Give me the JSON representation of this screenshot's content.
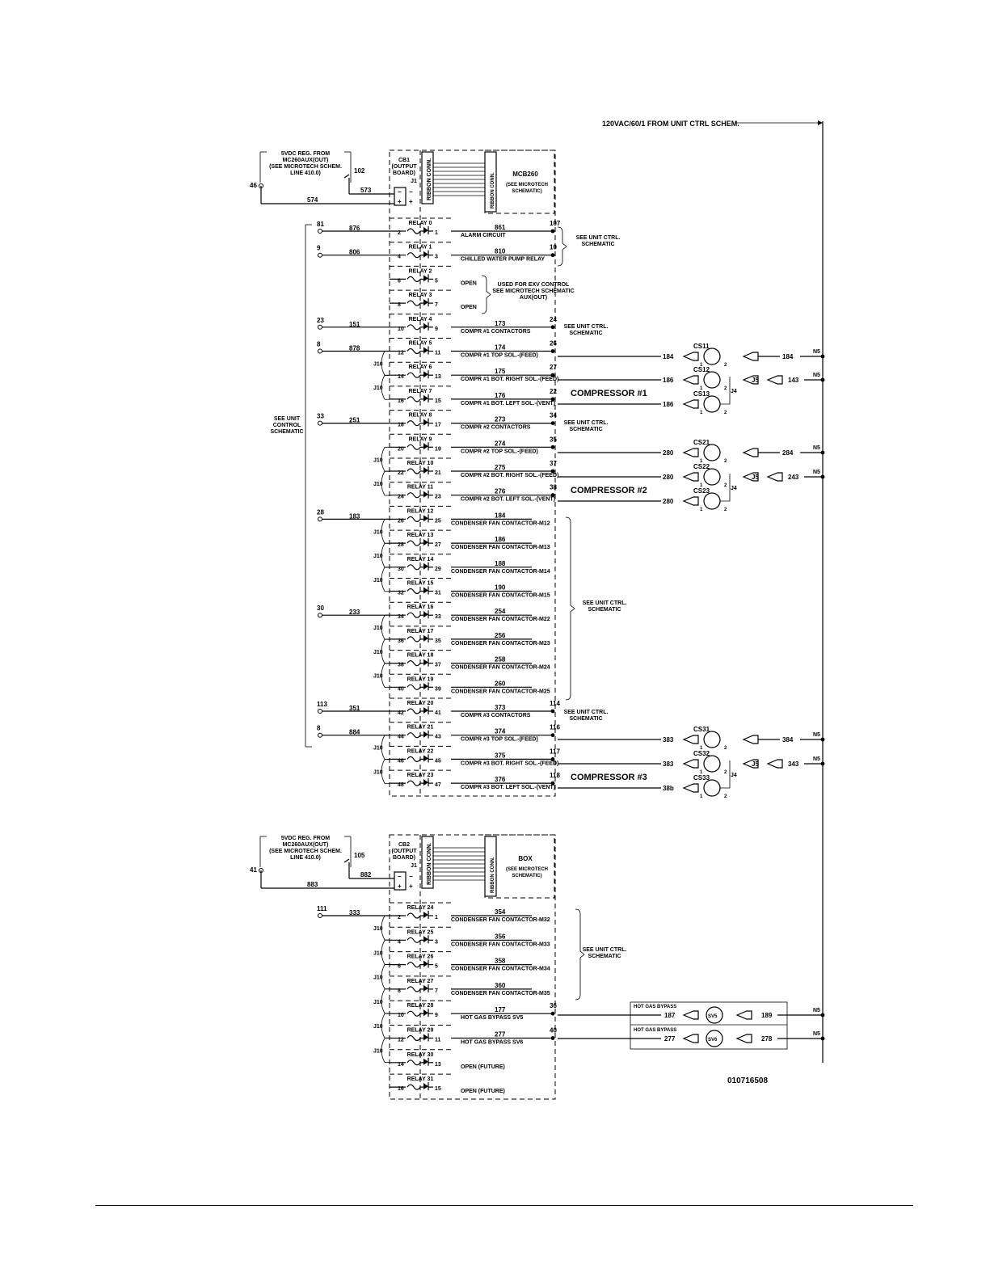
{
  "supply": {
    "label": "120VAC/60/1 FROM UNIT CTRL SCHEM."
  },
  "board1": {
    "name_lines": [
      "CB1",
      "(OUTPUT",
      "BOARD)"
    ],
    "jack": "J1",
    "ribbon_label": "RIBBON CONN.",
    "controller": "MCB260",
    "controller_note": [
      "(SEE MICROTECH",
      "SCHEMATIC)"
    ],
    "ribbon_label_2": "RIBBON CONN.",
    "supply_note": [
      "5VDC REG. FROM",
      "MC260AUX(OUT)",
      "(SEE MICROTECH SCHEM.",
      "LINE 410.0)"
    ],
    "term_left": "46",
    "term_mid": "102",
    "wire_top": "573",
    "wire_bottom": "574",
    "minus": "−",
    "plus": "+"
  },
  "board2": {
    "name_lines": [
      "CB2",
      "(OUTPUT",
      "BOARD)"
    ],
    "jack": "J1",
    "ribbon_label": "RIBBON CONN.",
    "controller": "BOX",
    "controller_note": [
      "(SEE MICROTECH",
      "SCHEMATIC)"
    ],
    "ribbon_label_2": "RIBBON CONN.",
    "supply_note": [
      "5VDC REG. FROM",
      "MC260AUX(OUT)",
      "(SEE MICROTECH SCHEM.",
      "LINE 410.0)"
    ],
    "term_left": "41",
    "term_mid": "105",
    "wire_top": "882",
    "wire_bottom": "883",
    "minus": "−",
    "plus": "+"
  },
  "bracket_left": [
    "SEE UNIT",
    "CONTROL",
    "SCHEMATIC"
  ],
  "relays1": [
    {
      "name": "RELAY 0",
      "pins": [
        "2",
        "1"
      ],
      "term": "81",
      "wire": "876",
      "desc": "ALARM CIRCUIT",
      "rwire": "861",
      "rterm": "107"
    },
    {
      "name": "RELAY 1",
      "pins": [
        "4",
        "3"
      ],
      "term": "9",
      "wire": "806",
      "desc": "CHILLED WATER PUMP RELAY",
      "rwire": "810",
      "rterm": "10"
    },
    {
      "name": "RELAY 2",
      "pins": [
        "6",
        "5"
      ],
      "desc": "OPEN"
    },
    {
      "name": "RELAY 3",
      "pins": [
        "8",
        "7"
      ],
      "desc": "OPEN"
    },
    {
      "name": "RELAY 4",
      "pins": [
        "10",
        "9"
      ],
      "term": "23",
      "wire": "151",
      "desc": "COMPR #1 CONTACTORS",
      "rwire": "173",
      "rterm": "24"
    },
    {
      "name": "RELAY 5",
      "pins": [
        "12",
        "11"
      ],
      "term": "8",
      "wire": "878",
      "desc": "COMPR #1 TOP SOL.-(FEED)",
      "rwire": "174",
      "rterm": "26"
    },
    {
      "name": "RELAY 6",
      "pins": [
        "14",
        "13"
      ],
      "desc": "COMPR #1 BOT. RIGHT SOL.-(FEED)",
      "rwire": "175",
      "rterm": "27"
    },
    {
      "name": "RELAY 7",
      "pins": [
        "16",
        "15"
      ],
      "desc": "COMPR #1 BOT. LEFT SOL.-(VENT)",
      "rwire": "176",
      "rterm": "22"
    },
    {
      "name": "RELAY 8",
      "pins": [
        "18",
        "17"
      ],
      "term": "33",
      "wire": "251",
      "desc": "COMPR #2 CONTACTORS",
      "rwire": "273",
      "rterm": "34"
    },
    {
      "name": "RELAY 9",
      "pins": [
        "20",
        "19"
      ],
      "desc": "COMPR #2 TOP SOL.-(FEED)",
      "rwire": "274",
      "rterm": "35"
    },
    {
      "name": "RELAY 10",
      "pins": [
        "22",
        "21"
      ],
      "desc": "COMPR #2 BOT. RIGHT SOL.-(FEED)",
      "rwire": "275",
      "rterm": "37"
    },
    {
      "name": "RELAY 11",
      "pins": [
        "24",
        "23"
      ],
      "desc": "COMPR #2 BOT. LEFT SOL.-(VENT)",
      "rwire": "276",
      "rterm": "38"
    },
    {
      "name": "RELAY 12",
      "pins": [
        "26",
        "25"
      ],
      "term": "28",
      "wire": "183",
      "desc": "CONDENSER FAN CONTACTOR-M12",
      "rwire": "184"
    },
    {
      "name": "RELAY 13",
      "pins": [
        "28",
        "27"
      ],
      "desc": "CONDENSER FAN CONTACTOR-M13",
      "rwire": "186"
    },
    {
      "name": "RELAY 14",
      "pins": [
        "30",
        "29"
      ],
      "desc": "CONDENSER FAN CONTACTOR-M14",
      "rwire": "188"
    },
    {
      "name": "RELAY 15",
      "pins": [
        "32",
        "31"
      ],
      "desc": "CONDENSER FAN CONTACTOR-M15",
      "rwire": "190"
    },
    {
      "name": "RELAY 16",
      "pins": [
        "34",
        "33"
      ],
      "term": "30",
      "wire": "233",
      "desc": "CONDENSER FAN CONTACTOR-M22",
      "rwire": "254"
    },
    {
      "name": "RELAY 17",
      "pins": [
        "36",
        "35"
      ],
      "desc": "CONDENSER FAN CONTACTOR-M23",
      "rwire": "256"
    },
    {
      "name": "RELAY 18",
      "pins": [
        "38",
        "37"
      ],
      "desc": "CONDENSER FAN CONTACTOR-M24",
      "rwire": "258"
    },
    {
      "name": "RELAY 19",
      "pins": [
        "40",
        "39"
      ],
      "desc": "CONDENSER FAN CONTACTOR-M25",
      "rwire": "260"
    },
    {
      "name": "RELAY 20",
      "pins": [
        "42",
        "41"
      ],
      "term": "113",
      "wire": "351",
      "desc": "COMPR #3 CONTACTORS",
      "rwire": "373",
      "rterm": "114"
    },
    {
      "name": "RELAY 21",
      "pins": [
        "44",
        "43"
      ],
      "term": "8",
      "wire": "884",
      "desc": "COMPR #3 TOP SOL.-(FEED)",
      "rwire": "374",
      "rterm": "116"
    },
    {
      "name": "RELAY 22",
      "pins": [
        "46",
        "45"
      ],
      "desc": "COMPR #3 BOT. RIGHT SOL.-(FEED)",
      "rwire": "375",
      "rterm": "117"
    },
    {
      "name": "RELAY 23",
      "pins": [
        "48",
        "47"
      ],
      "desc": "COMPR #3 BOT. LEFT SOL.-(VENT)",
      "rwire": "376",
      "rterm": "118"
    }
  ],
  "relays2": [
    {
      "name": "RELAY 24",
      "pins": [
        "2",
        "1"
      ],
      "term": "111",
      "wire": "333",
      "desc": "CONDENSER FAN CONTACTOR-M32",
      "rwire": "354"
    },
    {
      "name": "RELAY 25",
      "pins": [
        "4",
        "3"
      ],
      "desc": "CONDENSER FAN CONTACTOR-M33",
      "rwire": "356"
    },
    {
      "name": "RELAY 26",
      "pins": [
        "6",
        "5"
      ],
      "desc": "CONDENSER FAN CONTACTOR-M34",
      "rwire": "358"
    },
    {
      "name": "RELAY 27",
      "pins": [
        "8",
        "7"
      ],
      "desc": "CONDENSER FAN CONTACTOR-M35",
      "rwire": "360"
    },
    {
      "name": "RELAY 28",
      "pins": [
        "10",
        "9"
      ],
      "desc": "HOT GAS BYPASS SV5",
      "rwire": "177",
      "rterm": "36"
    },
    {
      "name": "RELAY 29",
      "pins": [
        "12",
        "11"
      ],
      "desc": "HOT GAS BYPASS SV6",
      "rwire": "277",
      "rterm": "40"
    },
    {
      "name": "RELAY 30",
      "pins": [
        "14",
        "13"
      ],
      "desc": "OPEN (FUTURE)"
    },
    {
      "name": "RELAY 31",
      "pins": [
        "16",
        "15"
      ],
      "desc": "OPEN (FUTURE)"
    }
  ],
  "jumpers1": [
    "J10",
    "J10",
    "J10",
    "J10",
    "J10",
    "J10",
    "J10",
    "J10",
    "J10",
    "J10",
    "J10",
    "J10"
  ],
  "jumpers2": [
    "J10",
    "J10",
    "J10",
    "J10",
    "J10",
    "J10"
  ],
  "notes": {
    "see_unit_ctrl": [
      "SEE UNIT CTRL.",
      "SCHEMATIC"
    ],
    "used_for": [
      "USED FOR EXV CONTROL",
      "SEE MICROTECH SCHEMATIC",
      "AUX(OUT)"
    ]
  },
  "compressors": [
    {
      "label": "COMPRESSOR #1",
      "solenoids": [
        {
          "name": "CS11",
          "left": "184",
          "right": "184",
          "end": "N5"
        },
        {
          "name": "CS12",
          "left": "186",
          "right": "143",
          "j": "J5",
          "end": "N5"
        },
        {
          "name": "CS13",
          "left": "186",
          "j4": "J4"
        }
      ]
    },
    {
      "label": "COMPRESSOR #2",
      "solenoids": [
        {
          "name": "CS21",
          "left": "280",
          "right": "284",
          "end": "N5"
        },
        {
          "name": "CS22",
          "left": "280",
          "right": "243",
          "j": "J5",
          "end": "N5"
        },
        {
          "name": "CS23",
          "left": "280",
          "j4": "J4"
        }
      ]
    },
    {
      "label": "COMPRESSOR #3",
      "solenoids": [
        {
          "name": "CS31",
          "left": "383",
          "right": "384",
          "end": "N5"
        },
        {
          "name": "CS32",
          "left": "383",
          "right": "343",
          "j": "J5",
          "end": "N5"
        },
        {
          "name": "CS33",
          "left": "38b",
          "j4": "J4"
        }
      ]
    }
  ],
  "coil_pins": [
    "1",
    "2"
  ],
  "hot_gas": [
    {
      "title": "HOT GAS BYPASS",
      "left": "187",
      "coil": "SV5",
      "right": "189",
      "end": "N5"
    },
    {
      "title": "HOT GAS BYPASS",
      "left": "277",
      "coil": "SV6",
      "right": "278",
      "end": "N5"
    }
  ],
  "drawing_number": "010716508"
}
